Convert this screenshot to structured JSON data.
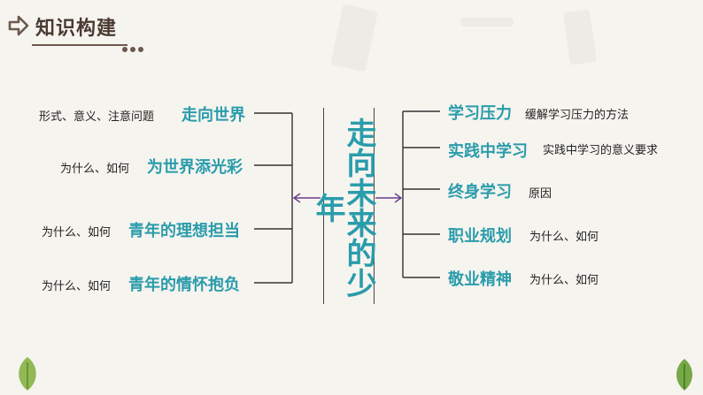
{
  "header": {
    "title": "知识构建"
  },
  "center": {
    "title": "走向未来的少年"
  },
  "left_branches": [
    {
      "topic": "走向世界",
      "note": "形式、意义、注意问题"
    },
    {
      "topic": "为世界添光彩",
      "note": "为什么、如何"
    },
    {
      "topic": "青年的理想担当",
      "note": "为什么、如何"
    },
    {
      "topic": "青年的情怀抱负",
      "note": "为什么、如何"
    }
  ],
  "right_branches": [
    {
      "topic": "学习压力",
      "note": "缓解学习压力的方法"
    },
    {
      "topic": "实践中学习",
      "note": "实践中学习的意义要求"
    },
    {
      "topic": "终身学习",
      "note": "原因"
    },
    {
      "topic": "职业规划",
      "note": "为什么、如何"
    },
    {
      "topic": "敬业精神",
      "note": "为什么、如何"
    }
  ],
  "colors": {
    "accent": "#2a9cab",
    "arrow": "#6a3b8c",
    "header": "#4a3a32",
    "leaf": "#7fae3a"
  }
}
